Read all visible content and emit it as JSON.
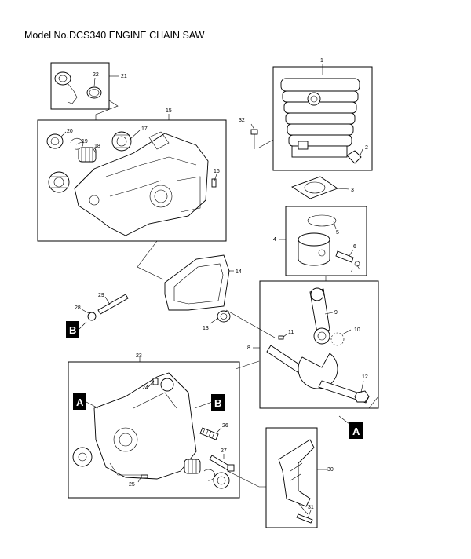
{
  "title": "Model No.DCS340 ENGINE CHAIN SAW",
  "callouts": [
    "1",
    "2",
    "3",
    "4",
    "5",
    "6",
    "7",
    "8",
    "9",
    "10",
    "11",
    "12",
    "13",
    "14",
    "15",
    "16",
    "17",
    "18",
    "19",
    "20",
    "21",
    "22",
    "23",
    "24",
    "25",
    "26",
    "27",
    "28",
    "29",
    "30",
    "31",
    "32"
  ],
  "markers": {
    "a": "A",
    "b": "B"
  }
}
